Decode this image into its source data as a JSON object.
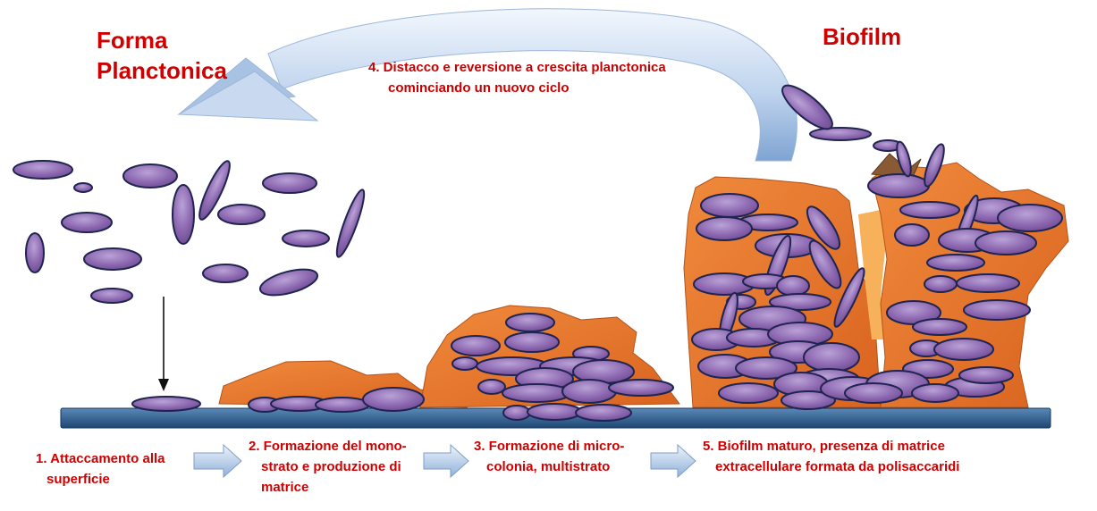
{
  "titles": {
    "planktonic": [
      "Forma",
      "Planctonica"
    ],
    "biofilm": "Biofilm"
  },
  "cycle_label": [
    "4. Distacco e reversione a crescita planctonica",
    "cominciando  un nuovo ciclo"
  ],
  "steps": [
    {
      "lines": [
        "1. Attaccamento alla",
        "superficie"
      ]
    },
    {
      "lines": [
        "2. Formazione del mono-",
        "strato e produzione di",
        "matrice"
      ]
    },
    {
      "lines": [
        "3. Formazione di micro-",
        "colonia, multistrato"
      ]
    },
    {
      "lines": [
        "5. Biofilm maturo, presenza di matrice",
        "extracellulare formata da polisaccaridi"
      ]
    }
  ],
  "colors": {
    "text_red": "#d10000",
    "matrix_orange": "#e9782c",
    "matrix_light": "#f6b15a",
    "cell_purple": "#8f6bb0",
    "cell_outline": "#1f2450",
    "surface_blue": "#2f5f8f",
    "arrow_blue": "#9fbde0"
  },
  "icons": [
    "curved-return-arrow-icon",
    "down-arrow-icon",
    "step-arrow-icon"
  ]
}
